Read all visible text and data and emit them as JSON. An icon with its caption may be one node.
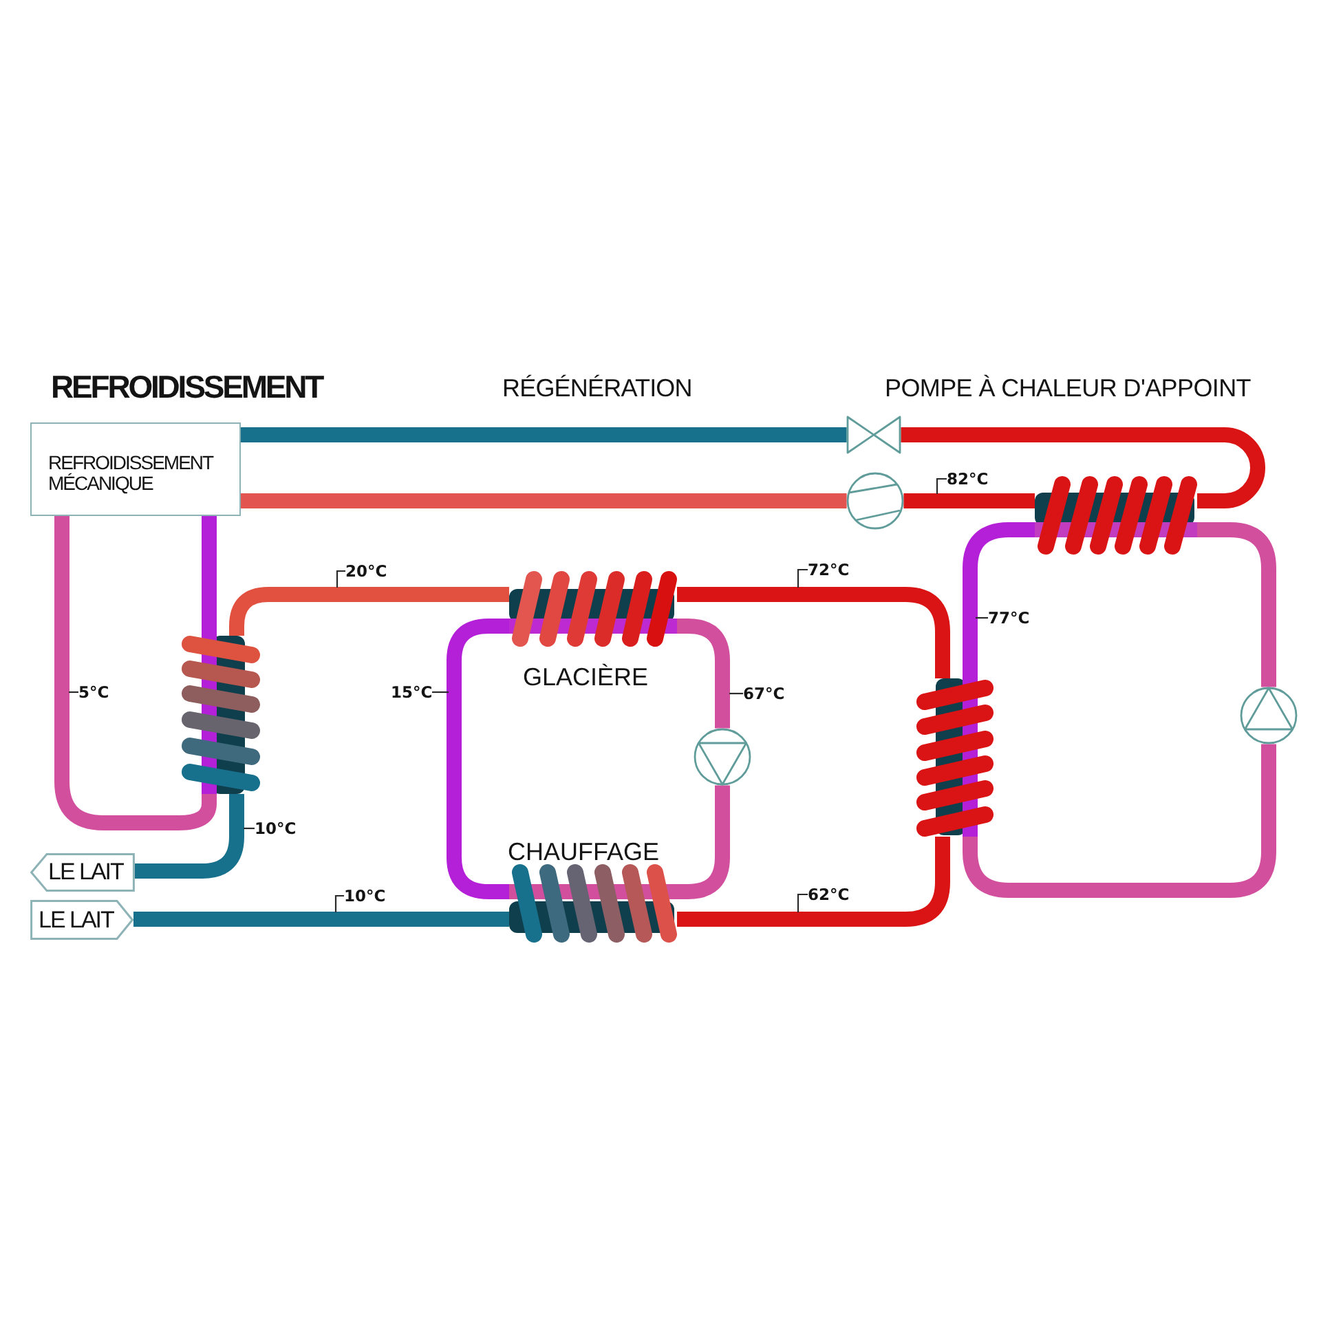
{
  "diagram": {
    "nodes": [
      {
        "text": [
          "REFROIDISSEMENT MÉCANIQUE"
        ]
      },
      {
        "text": [],
        "shape": "valve"
      },
      {
        "text": [],
        "shape": "compressor"
      },
      {
        "text": [
          "82°C"
        ]
      },
      {
        "text": [],
        "shape": "coil"
      },
      {
        "text": [
          "20°C"
        ]
      },
      {
        "text": [],
        "shape": "coil",
        "beside": [
          "GLACIÈRE"
        ]
      },
      {
        "text": [
          "72°C"
        ]
      },
      {
        "text": [
          "77°C"
        ]
      },
      {
        "text": [],
        "shape": "coil"
      },
      {
        "text": [
          "5°C"
        ]
      },
      {
        "text": [
          "15°C"
        ]
      },
      {
        "text": [
          "67°C"
        ]
      },
      {
        "text": [],
        "shape": "pump"
      },
      {
        "text": [],
        "shape": "coil"
      },
      {
        "text": [],
        "shape": "pump"
      },
      {
        "text": [
          "10°C"
        ]
      },
      {
        "text": [
          "LE LAIT"
        ]
      },
      {
        "text": [],
        "shape": "coil",
        "beside": [
          "CHAUFFAGE"
        ]
      },
      {
        "text": [
          "10°C"
        ]
      },
      {
        "text": [
          "62°C"
        ]
      },
      {
        "text": [
          "LE LAIT"
        ]
      }
    ],
    "edges": [
      {
        "from": 0,
        "to": 1,
        "arrow": "none",
        "color": "#17708c"
      },
      {
        "from": 1,
        "to": 4,
        "arrow": "none",
        "color": "#da1414"
      },
      {
        "from": 0,
        "to": 2,
        "arrow": "none",
        "color": "#e2544f"
      },
      {
        "from": 2,
        "to": 4,
        "arrow": "none",
        "color": "#da1414"
      },
      {
        "from": 4,
        "to": 15,
        "arrow": "none",
        "color": "#d24f9e"
      },
      {
        "from": 15,
        "to": 14,
        "arrow": "none",
        "color": "#d24f9e"
      },
      {
        "from": 14,
        "to": 4,
        "arrow": "none",
        "color": "#b41fd8"
      },
      {
        "from": 6,
        "to": 9,
        "arrow": "none",
        "color": "#e2503f"
      },
      {
        "from": 6,
        "to": 13,
        "arrow": "none",
        "color": "#d24f9e"
      },
      {
        "from": 13,
        "to": 18,
        "arrow": "none",
        "color": "#d24f9e"
      },
      {
        "from": 18,
        "to": 6,
        "arrow": "none",
        "color": "#b41fd8"
      },
      {
        "from": 14,
        "to": 6,
        "arrow": "none",
        "color": "#da1414"
      },
      {
        "from": 0,
        "to": 9,
        "arrow": "none",
        "color": "#d24f9e"
      },
      {
        "from": 9,
        "to": 0,
        "arrow": "none",
        "color": "#b41fd8"
      },
      {
        "from": 9,
        "to": 17,
        "arrow": "none",
        "color": "#17708c"
      },
      {
        "from": 21,
        "to": 18,
        "arrow": "none",
        "color": "#17708c"
      },
      {
        "from": 18,
        "to": 14,
        "arrow": "none",
        "color": "#da1414"
      },
      {
        "from": 3,
        "to": null,
        "arrow": "none"
      },
      {
        "from": 5,
        "to": null,
        "arrow": "none"
      },
      {
        "from": 7,
        "to": null,
        "arrow": "none"
      },
      {
        "from": 8,
        "to": null,
        "arrow": "none"
      },
      {
        "from": 10,
        "to": null,
        "arrow": "none"
      },
      {
        "from": 11,
        "to": null,
        "arrow": "none"
      },
      {
        "from": 12,
        "to": null,
        "arrow": "none"
      },
      {
        "from": 16,
        "to": null,
        "arrow": "none"
      },
      {
        "from": 19,
        "to": null,
        "arrow": "none"
      },
      {
        "from": 20,
        "to": null,
        "arrow": "none"
      }
    ],
    "labels": [
      "REFROIDISSEMENT",
      "RÉGÉNÉRATION",
      "POMPE À CHALEUR D'APPOINT"
    ]
  }
}
